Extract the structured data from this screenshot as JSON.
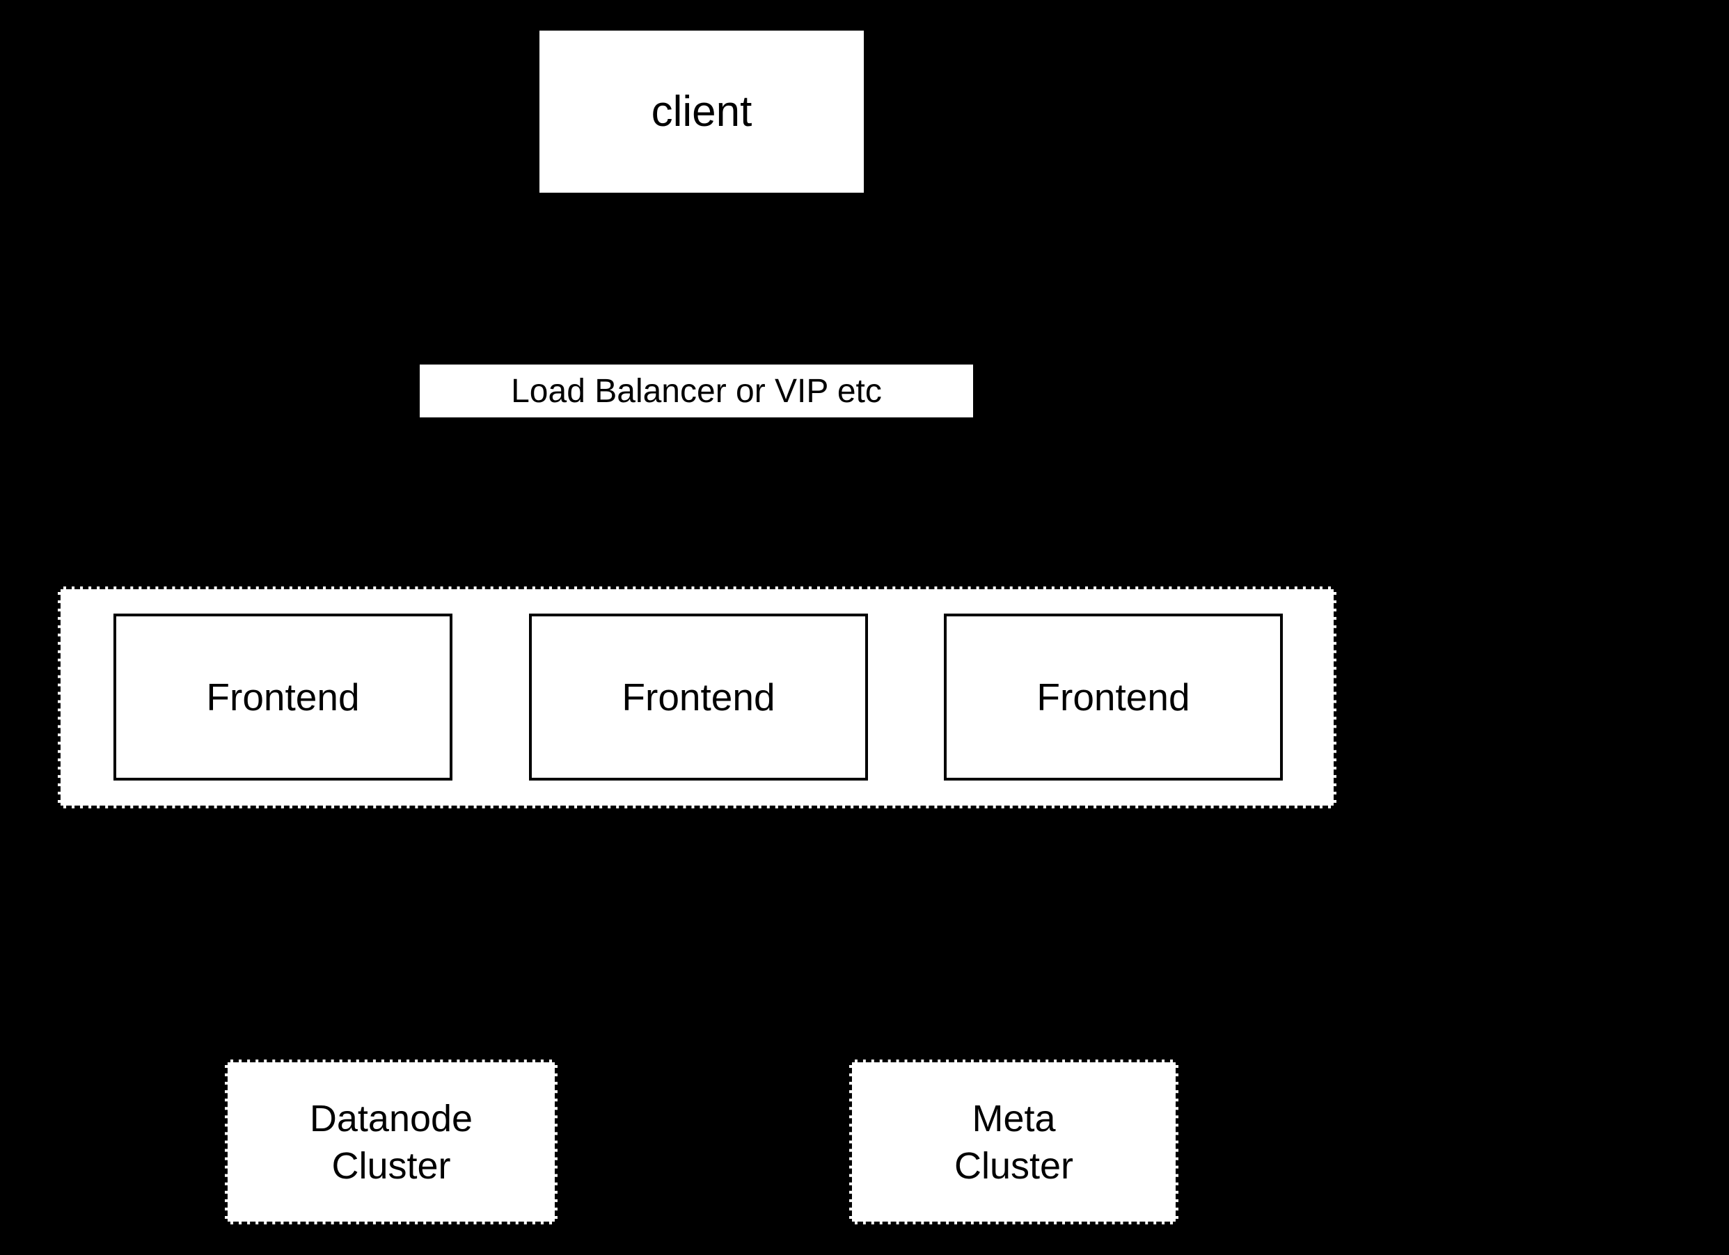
{
  "diagram": {
    "colors": {
      "background": "#000000",
      "node_fill": "#ffffff",
      "node_border": "#000000",
      "text": "#000000"
    },
    "nodes": {
      "client": {
        "label": "client"
      },
      "load_balancer": {
        "label": "Load Balancer or VIP etc"
      },
      "frontend_group": {
        "frontends": [
          {
            "label": "Frontend"
          },
          {
            "label": "Frontend"
          },
          {
            "label": "Frontend"
          }
        ]
      },
      "datanode_cluster": {
        "line1": "Datanode",
        "line2": "Cluster"
      },
      "meta_cluster": {
        "line1": "Meta",
        "line2": "Cluster"
      }
    }
  }
}
